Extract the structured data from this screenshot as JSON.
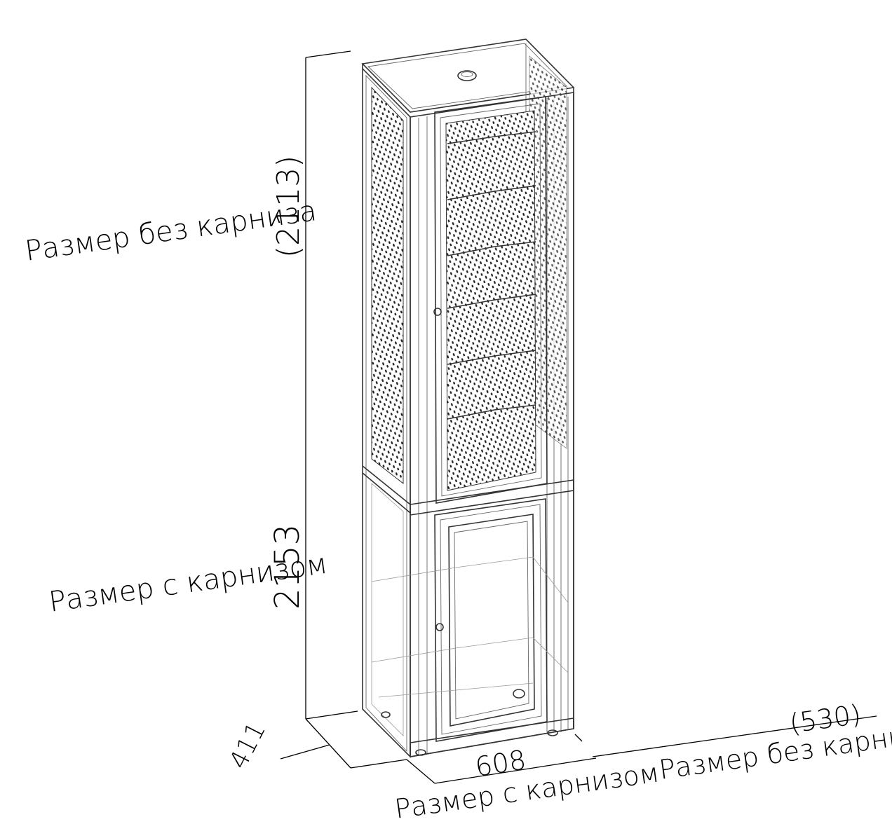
{
  "labels": {
    "height_no_cornice_text": "Размер без карниза",
    "height_no_cornice_value": "(2113)",
    "height_with_cornice_text": "Размер с карнизом",
    "height_with_cornice_value": "2153",
    "depth_value": "411",
    "width_with_cornice_value": "608",
    "width_with_cornice_text": "Размер с карнизом",
    "width_no_cornice_value": "(530)",
    "width_no_cornice_text": "Размер без карниза"
  }
}
